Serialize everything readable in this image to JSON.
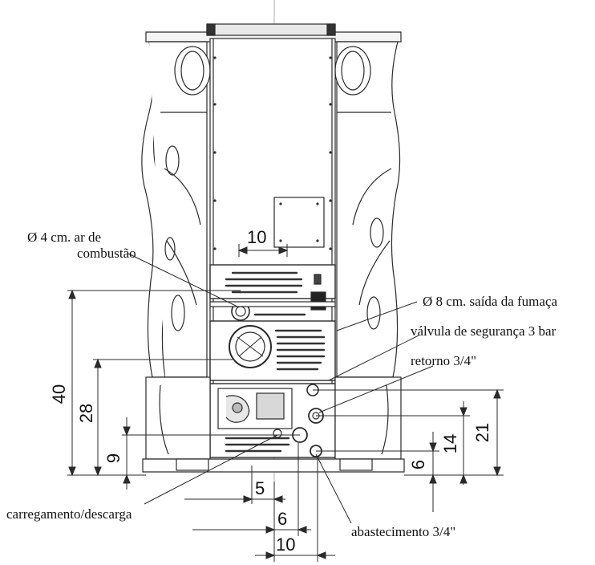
{
  "labels": {
    "air_intake": "Ø 4 cm. ar de",
    "air_intake_2": "combustão",
    "smoke_outlet": "Ø 8 cm. saída da fumaça",
    "safety_valve": "válvula de segurança 3 bar",
    "return": "retorno 3/4\"",
    "loading": "carregamento/descarga",
    "supply": "abastecimento 3/4\""
  },
  "dimensions": {
    "top_10": "10",
    "d40": "40",
    "d28": "28",
    "d9": "9",
    "d21": "21",
    "d14": "14",
    "d6v": "6",
    "d5": "5",
    "d6h": "6",
    "d10b": "10"
  },
  "colors": {
    "line": "#2a2a2a",
    "fill": "#ffffff",
    "grill": "#333333"
  }
}
